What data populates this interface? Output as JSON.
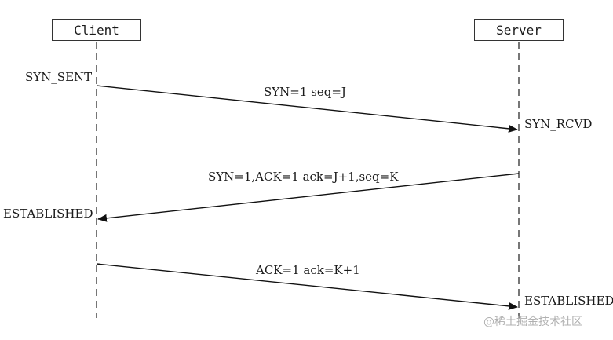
{
  "actors": {
    "client": "Client",
    "server": "Server"
  },
  "states": {
    "client_initial": "SYN_SENT",
    "server_received": "SYN_RCVD",
    "client_established": "ESTABLISHED",
    "server_established": "ESTABLISHED"
  },
  "messages": [
    {
      "label": "SYN=1 seq=J",
      "from": "client",
      "to": "server"
    },
    {
      "label": "SYN=1,ACK=1 ack=J+1,seq=K",
      "from": "server",
      "to": "client"
    },
    {
      "label": "ACK=1 ack=K+1",
      "from": "client",
      "to": "server"
    }
  ],
  "watermark": "@稀土掘金技术社区"
}
